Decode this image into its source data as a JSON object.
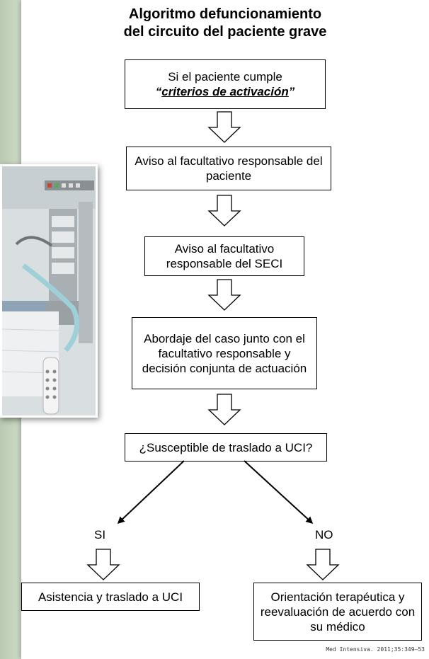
{
  "title": {
    "line1": "Algoritmo defuncionamiento",
    "line2": "del circuito del paciente grave"
  },
  "steps": {
    "step1_line1": "Si el paciente cumple",
    "step1_open_quote": "“",
    "step1_emphasis": "criterios de activación",
    "step1_close_quote": "”",
    "step2": "Aviso al facultativo responsable del paciente",
    "step3": "Aviso al facultativo responsable del SECI",
    "step4": "Abordaje del caso junto con el facultativo responsable y decisión conjunta de actuación",
    "decision": "¿Susceptible de traslado a UCI?"
  },
  "branches": {
    "yes_label": "SI",
    "no_label": "NO",
    "yes_outcome": "Asistencia y traslado a UCI",
    "no_outcome": "Orientación terapéutica y reevaluación de acuerdo con su médico"
  },
  "citation": "Med Intensiva. 2011;35:349–53",
  "photo_icon": "hospital-icu-bed-photo",
  "colors": {
    "background": "#c9d7c2",
    "slide": "#ffffff",
    "ink": "#000000"
  }
}
